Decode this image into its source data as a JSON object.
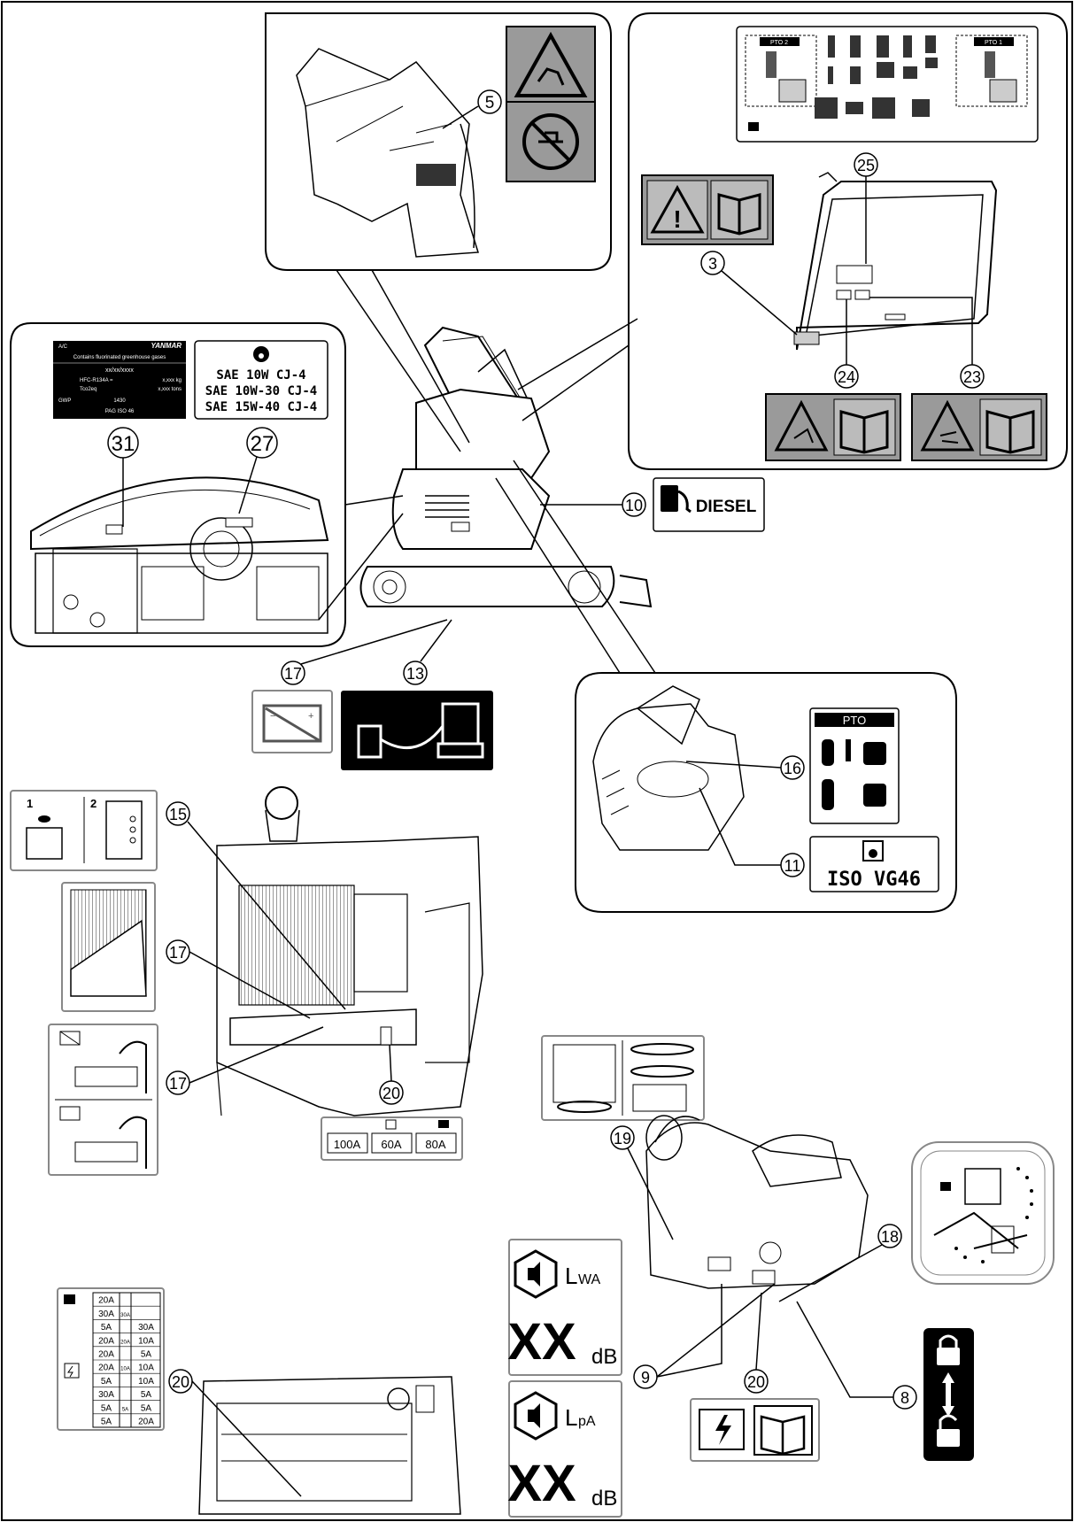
{
  "callouts": {
    "c3": "3",
    "c5": "5",
    "c8": "8",
    "c9": "9",
    "c10": "10",
    "c11": "11",
    "c13": "13",
    "c15": "15",
    "c16": "16",
    "c17a": "17",
    "c17b": "17",
    "c17c": "17",
    "c18": "18",
    "c19": "19",
    "c20a": "20",
    "c20b": "20",
    "c20c": "20",
    "c23": "23",
    "c24": "24",
    "c25": "25",
    "c27": "27",
    "c31": "31"
  },
  "labels": {
    "diesel": "DIESEL",
    "pto": "PTO",
    "iso_vg46": "ISO VG46",
    "oil_line1": "SAE 10W CJ-4",
    "oil_line2": "SAE 10W-30 CJ-4",
    "oil_line3": "SAE 15W-40 CJ-4",
    "ac_label": {
      "ac": "A/C",
      "brand": "YANMAR",
      "gases": "Contains fluorinated greenhouse gases",
      "date": "xx/xx/xxxx",
      "refrigerant": "HFC-R134A =",
      "refrigerant_val": "x,xxx kg",
      "co2": "Tco2eq",
      "co2_val": "x,xxx tons",
      "gwp": "GWP",
      "gwp_val": "1430",
      "oil": "PAG ISO 46"
    },
    "step1": "1",
    "step2": "2",
    "fuse_main": [
      "100A",
      "60A",
      "80A"
    ],
    "fuse_table": {
      "col_left": [
        "20A",
        "30A",
        "5A",
        "20A",
        "20A",
        "20A",
        "5A",
        "30A",
        "5A",
        "5A"
      ],
      "col_mid": [
        "",
        "30A",
        "",
        "20A",
        "",
        "10A",
        "",
        "",
        "5A",
        ""
      ],
      "col_right": [
        "",
        "",
        "30A",
        "10A",
        "5A",
        "10A",
        "10A",
        "5A",
        "5A",
        "20A"
      ]
    },
    "lwa": "L",
    "lwa_sub": "WA",
    "lpa": "L",
    "lpa_sub": "pA",
    "xx": "XX",
    "db": "dB",
    "pto1": "PTO 1",
    "pto2": "PTO 2",
    "batt_plus": "+",
    "batt_minus": "−"
  },
  "icons": [
    "warning-triangle-icon",
    "book-icon",
    "hand-crush-icon",
    "no-step-icon",
    "fuel-pump-icon",
    "battery-icon",
    "oil-drop-icon",
    "lock-icon",
    "unlock-icon",
    "fuse-icon",
    "sound-icon",
    "grease-icon"
  ]
}
